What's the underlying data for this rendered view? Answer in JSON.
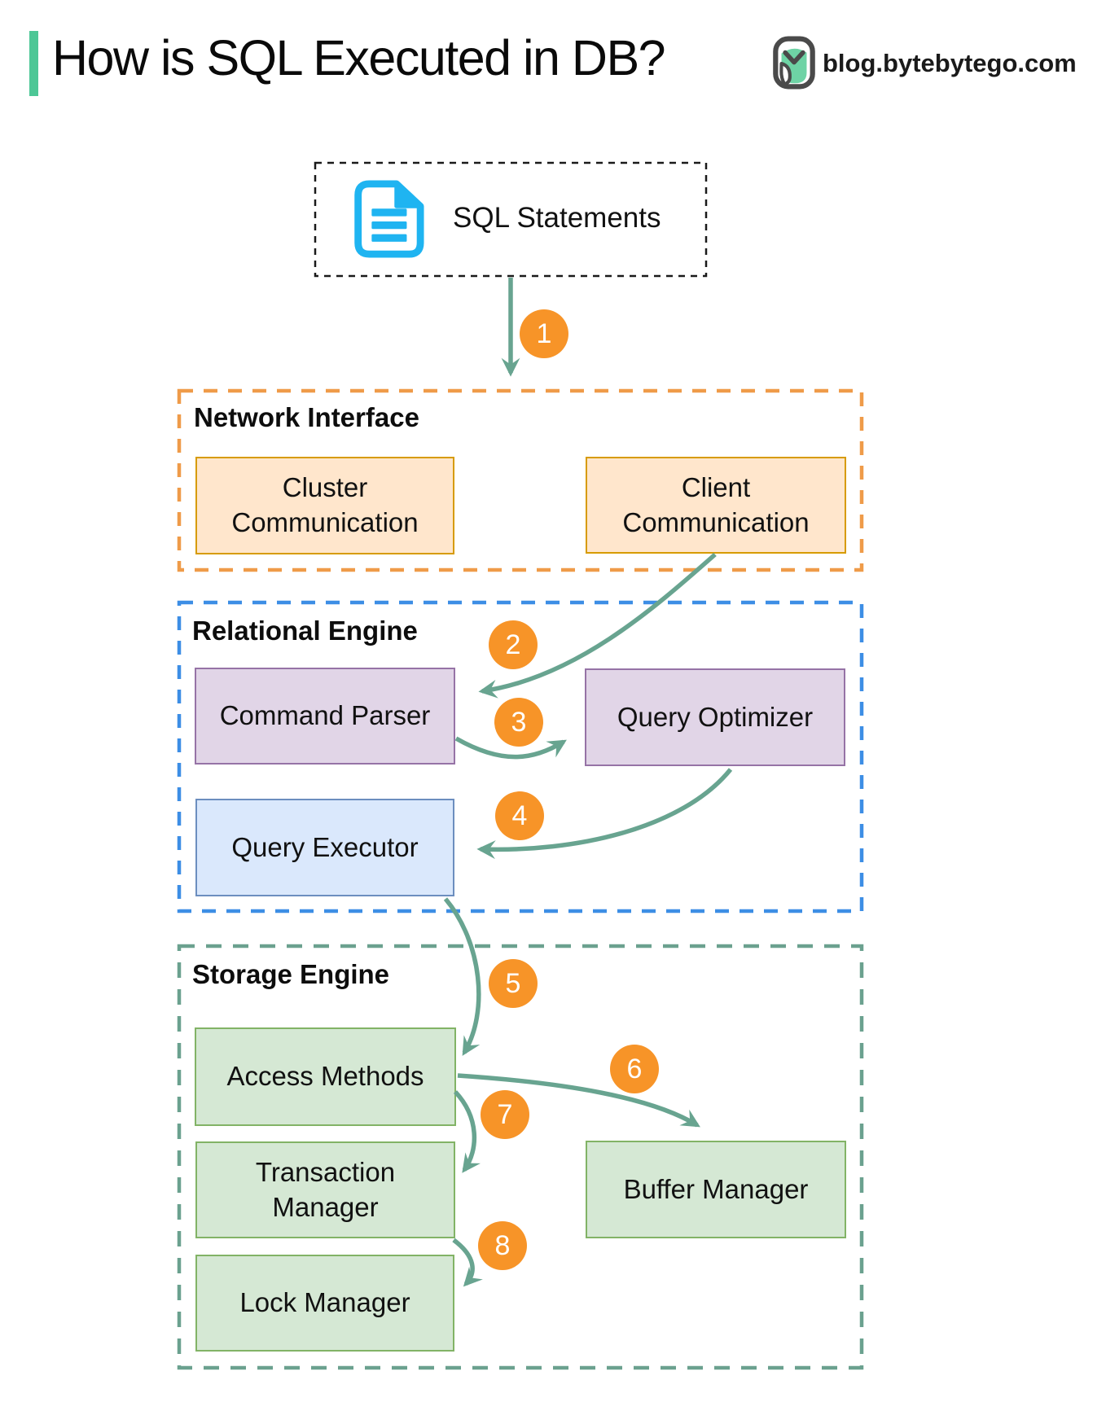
{
  "header": {
    "title": "How is SQL Executed in DB?",
    "site": "blog.bytebytego.com"
  },
  "source": {
    "label": "SQL Statements",
    "icon": "document-icon"
  },
  "sections": {
    "network": {
      "title": "Network Interface",
      "boxes": {
        "cluster": {
          "label": "Cluster Communication"
        },
        "client": {
          "label": "Client Communication"
        }
      }
    },
    "relational": {
      "title": "Relational Engine",
      "boxes": {
        "parser": {
          "label": "Command Parser"
        },
        "optimizer": {
          "label": "Query Optimizer"
        },
        "executor": {
          "label": "Query Executor"
        }
      }
    },
    "storage": {
      "title": "Storage Engine",
      "boxes": {
        "access": {
          "label": "Access Methods"
        },
        "transaction": {
          "label": "Transaction Manager"
        },
        "lock": {
          "label": "Lock Manager"
        },
        "buffer": {
          "label": "Buffer Manager"
        }
      }
    }
  },
  "steps": [
    {
      "num": "1",
      "from": "SQL Statements",
      "to": "Network Interface"
    },
    {
      "num": "2",
      "from": "Client Communication",
      "to": "Command Parser"
    },
    {
      "num": "3",
      "from": "Command Parser",
      "to": "Query Optimizer"
    },
    {
      "num": "4",
      "from": "Query Optimizer",
      "to": "Query Executor"
    },
    {
      "num": "5",
      "from": "Query Executor",
      "to": "Access Methods"
    },
    {
      "num": "6",
      "from": "Access Methods",
      "to": "Buffer Manager"
    },
    {
      "num": "7",
      "from": "Access Methods",
      "to": "Transaction Manager"
    },
    {
      "num": "8",
      "from": "Transaction Manager",
      "to": "Lock Manager"
    }
  ],
  "colors": {
    "accent_bar": "#4DC796",
    "arrow": "#68A490",
    "badge": "#F79428",
    "network_frame": "#EF9B49",
    "relational_frame": "#3D8EE5",
    "storage_frame": "#6BA18F",
    "source_frame": "#1a1a1a",
    "network_box_fill": "#FFE6CC",
    "network_box_stroke": "#D79B00",
    "purple_box_fill": "#E1D5E7",
    "purple_box_stroke": "#9673A6",
    "blue_box_fill": "#DAE8FC",
    "blue_box_stroke": "#6C8EBF",
    "green_box_fill": "#D5E8D4",
    "green_box_stroke": "#82B366",
    "doc_icon": "#1FB4F1",
    "logo_green": "#6ED3A5",
    "logo_outline": "#4a4a4a"
  }
}
